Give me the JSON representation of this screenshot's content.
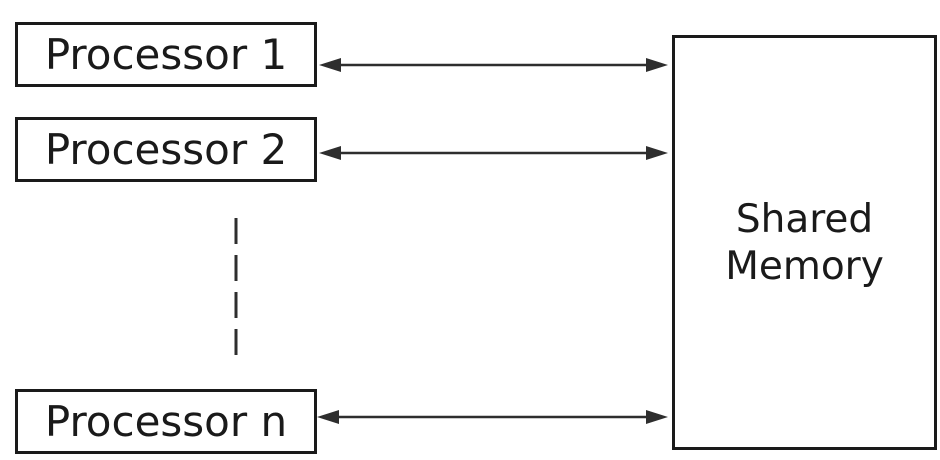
{
  "diagram": {
    "processors": [
      {
        "id": "processor-1",
        "label": "Processor 1"
      },
      {
        "id": "processor-2",
        "label": "Processor 2"
      },
      {
        "id": "processor-n",
        "label": "Processor n"
      }
    ],
    "memory": {
      "label": "Shared Memory"
    },
    "connections": [
      {
        "from": "processor-1",
        "to": "shared-memory",
        "type": "bidirectional-arrow"
      },
      {
        "from": "processor-2",
        "to": "shared-memory",
        "type": "bidirectional-arrow"
      },
      {
        "from": "processor-n",
        "to": "shared-memory",
        "type": "bidirectional-arrow"
      }
    ],
    "ellipsis": {
      "type": "dashed-vertical-line"
    }
  },
  "colors": {
    "background": "#ffffff",
    "box_border": "#1a1a1a",
    "text": "#1a1a1a",
    "line": "#2e2e2e"
  }
}
